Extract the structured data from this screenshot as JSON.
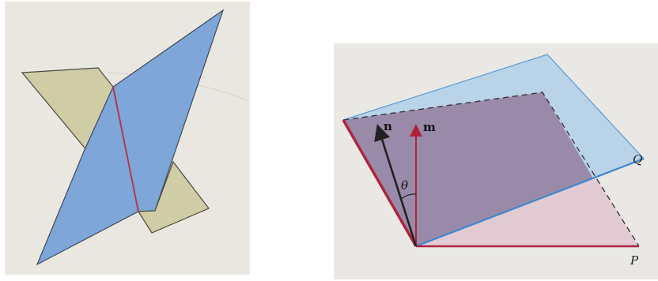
{
  "figure_left": {
    "colors": {
      "background": "#eae7e0",
      "plane_tan": "#cfcca6",
      "plane_blue": "#7ea6d8",
      "intersection_line": "#b23a48",
      "edge": "#3c3c3c"
    }
  },
  "figure_right": {
    "labels": {
      "normal_n": "n",
      "normal_m": "m",
      "angle": "θ",
      "plane_q": "Q",
      "plane_p": "P"
    },
    "colors": {
      "background": "#e9e8e5",
      "plane_q_fill": "#b9d3e8",
      "plane_q_edge": "#4a88c8",
      "plane_p_fill": "#e2cad2",
      "overlap_fill": "#927d9c",
      "red_line": "#b0223c",
      "normal_n_color": "#222222",
      "normal_m_color": "#b0223c"
    }
  }
}
